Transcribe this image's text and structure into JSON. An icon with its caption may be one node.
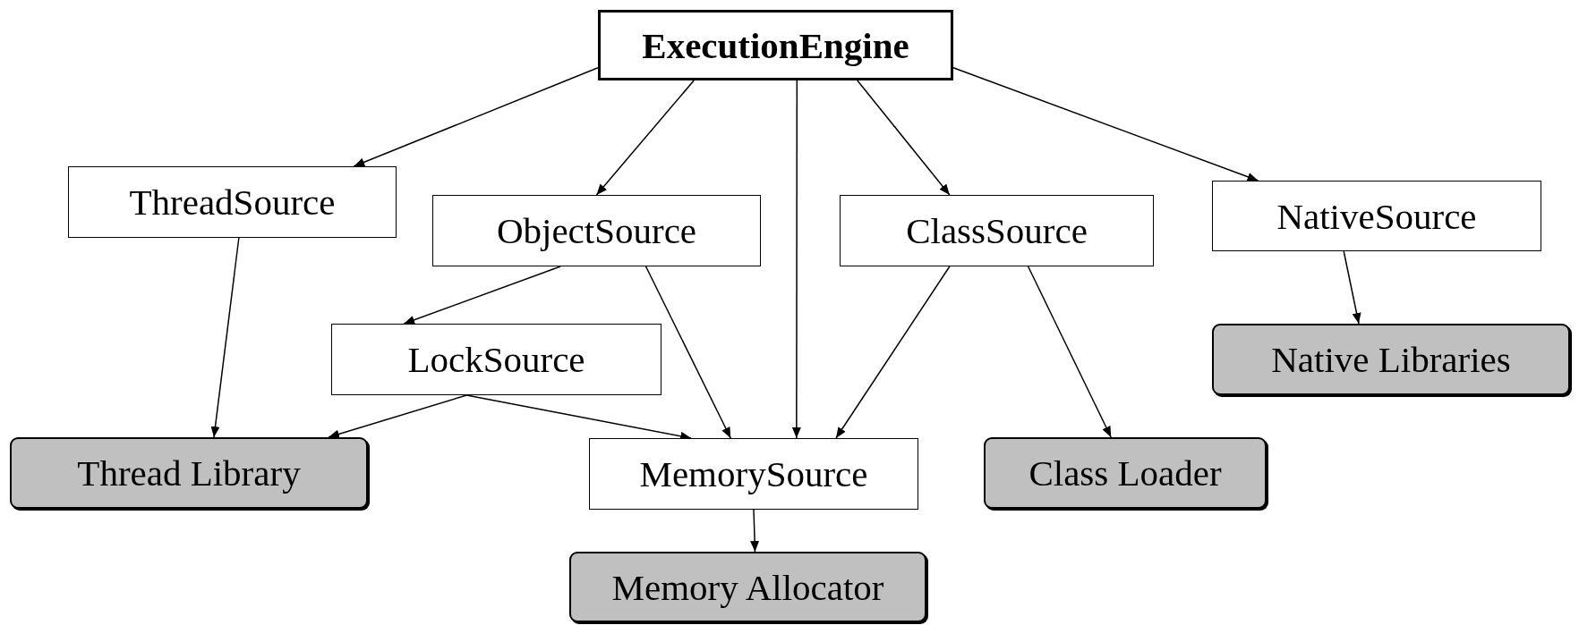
{
  "diagram": {
    "nodes": [
      {
        "text": [
          "ExecutionEngine"
        ]
      },
      {
        "text": [
          "ThreadSource"
        ]
      },
      {
        "text": [
          "ObjectSource"
        ]
      },
      {
        "text": [
          "ClassSource"
        ]
      },
      {
        "text": [
          "NativeSource"
        ]
      },
      {
        "text": [
          "LockSource"
        ]
      },
      {
        "text": [
          "Native Libraries"
        ]
      },
      {
        "text": [
          "Thread Library"
        ]
      },
      {
        "text": [
          "MemorySource"
        ]
      },
      {
        "text": [
          "Class Loader"
        ]
      },
      {
        "text": [
          "Memory Allocator"
        ]
      }
    ],
    "edges": [
      {
        "from": 0,
        "to": 1,
        "arrow": "to"
      },
      {
        "from": 0,
        "to": 2,
        "arrow": "to"
      },
      {
        "from": 0,
        "to": 8,
        "arrow": "to"
      },
      {
        "from": 0,
        "to": 3,
        "arrow": "to"
      },
      {
        "from": 0,
        "to": 4,
        "arrow": "to"
      },
      {
        "from": 1,
        "to": 7,
        "arrow": "to"
      },
      {
        "from": 2,
        "to": 5,
        "arrow": "to"
      },
      {
        "from": 2,
        "to": 8,
        "arrow": "to"
      },
      {
        "from": 3,
        "to": 8,
        "arrow": "to"
      },
      {
        "from": 3,
        "to": 9,
        "arrow": "to"
      },
      {
        "from": 4,
        "to": 6,
        "arrow": "to"
      },
      {
        "from": 5,
        "to": 7,
        "arrow": "to"
      },
      {
        "from": 5,
        "to": 8,
        "arrow": "to"
      },
      {
        "from": 8,
        "to": 10,
        "arrow": "to"
      }
    ]
  }
}
